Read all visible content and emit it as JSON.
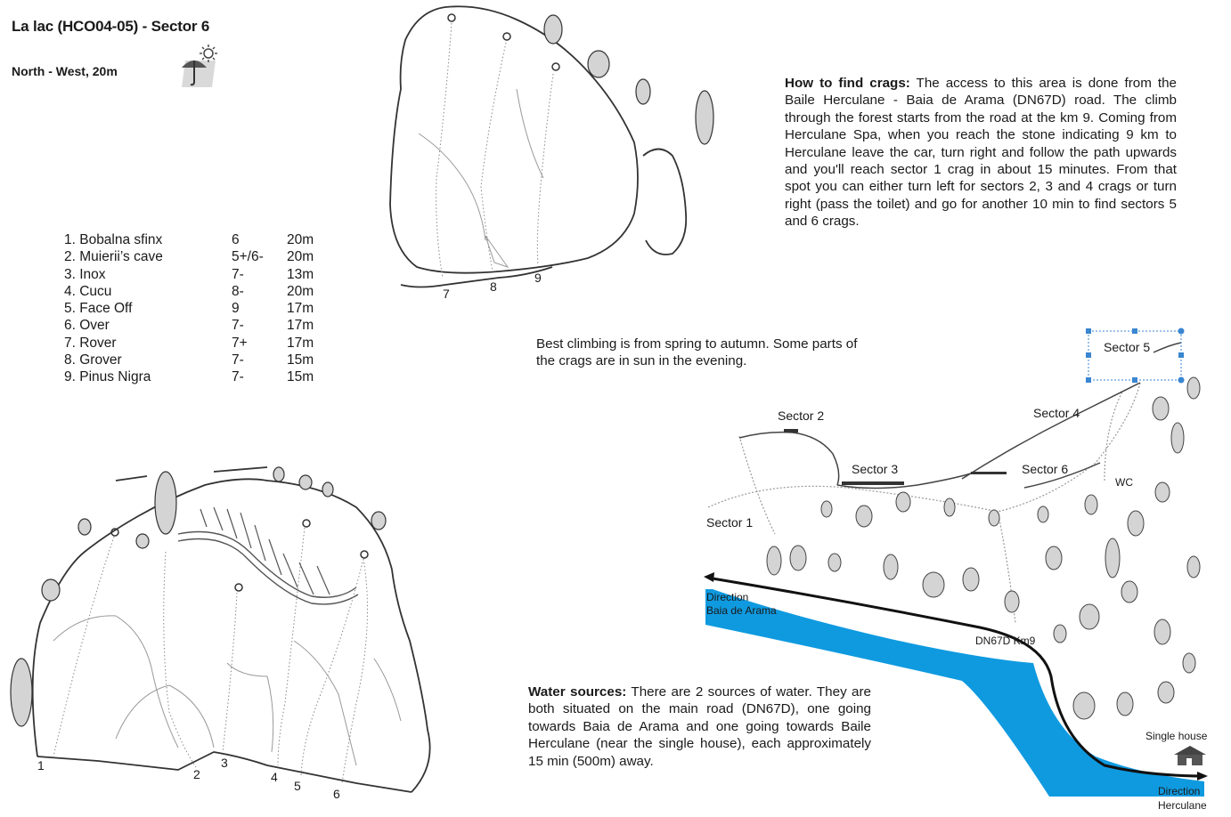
{
  "header": {
    "title": "La lac (HCO04-05) - Sector 6",
    "aspect": "North - West, 20m"
  },
  "routes": [
    {
      "label": "1. Bobalna  sfinx",
      "grade": "6",
      "length": "20m"
    },
    {
      "label": "2. Muierii’s cave",
      "grade": "5+/6-",
      "length": "20m"
    },
    {
      "label": "3. Inox",
      "grade": "7-",
      "length": "13m"
    },
    {
      "label": "4. Cucu",
      "grade": "8-",
      "length": "20m"
    },
    {
      "label": "5. Face Off",
      "grade": "9",
      "length": "17m"
    },
    {
      "label": "6. Over",
      "grade": "7-",
      "length": "17m"
    },
    {
      "label": "7. Rover",
      "grade": "7+",
      "length": "17m"
    },
    {
      "label": "8. Grover",
      "grade": "7-",
      "length": "15m"
    },
    {
      "label": "9. Pinus Nigra",
      "grade": "7-",
      "length": "15m"
    }
  ],
  "how_to_find": {
    "heading": "How to find crags:",
    "text": " The access to this area is done from the Baile Herculane - Baia de Arama (DN67D) road. The climb through the forest starts from the road at the km 9. Coming from Herculane Spa, when you reach the stone indicating 9 km to Herculane leave the car, turn right and follow the path upwards and you'll reach sector 1 crag in about 15 minutes. From that spot you can either turn left for sectors 2, 3 and 4 crags or turn right (pass the toilet) and go for another  10 min to find sectors 5 and 6 crags."
  },
  "best_climbing": "Best climbing is from spring to autumn.  Some parts of the crags are in sun in the evening.",
  "water_sources": {
    "heading": "Water sources:",
    "text": " There are 2 sources of water. They are both situated on the main road (DN67D), one going towards Baia de Arama and one going towards Baile Herculane (near the single house), each approximately  15 min (500m) away."
  },
  "topo_upper_numbers": [
    "7",
    "8",
    "9"
  ],
  "topo_lower_numbers": [
    "1",
    "2",
    "3",
    "4",
    "5",
    "6"
  ],
  "map": {
    "sector_1": "Sector 1",
    "sector_2": "Sector 2",
    "sector_3": "Sector 3",
    "sector_4": "Sector 4",
    "sector_5": "Sector 5",
    "sector_6": "Sector 6",
    "wc": "WC",
    "road": "DN67D Km9",
    "dir_baia_1": "Direction",
    "dir_baia_2": "Baia de Arama",
    "dir_herc_1": "Direction",
    "dir_herc_2": "Herculane",
    "single_house": "Single house"
  },
  "colors": {
    "river": "#0f9ae0",
    "tree_fill": "#d4d4d4",
    "line": "#333333",
    "selection": "#3a86d0"
  },
  "icons": [
    "sun-icon",
    "umbrella-icon"
  ]
}
